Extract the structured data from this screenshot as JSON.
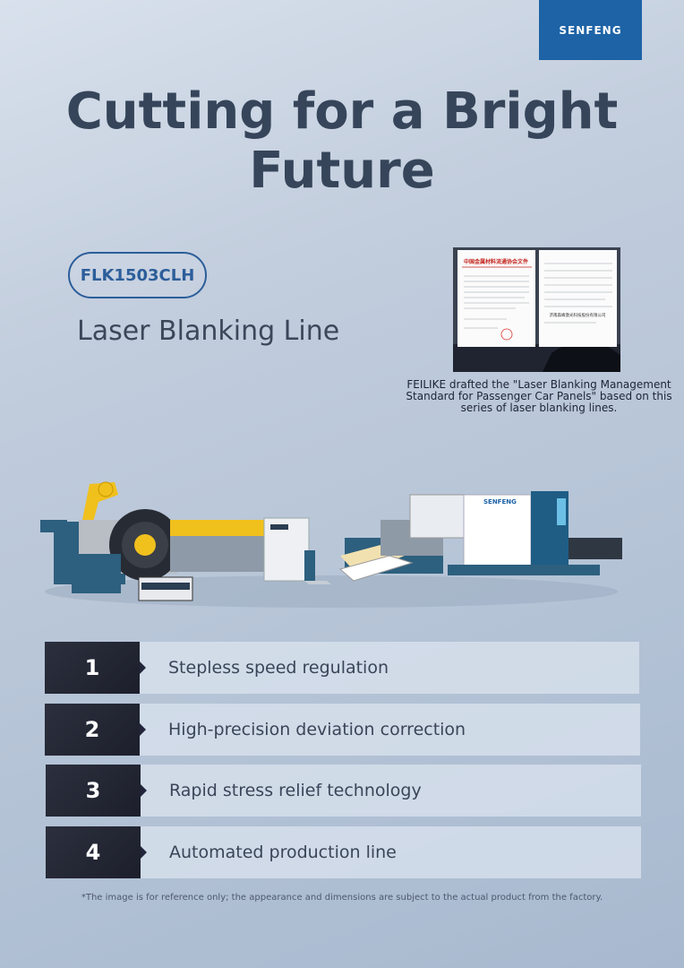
{
  "brand": "SENFENG",
  "headline": "Cutting for a Bright Future",
  "model": "FLK1503CLH",
  "product_name": "Laser Blanking Line",
  "certificate": {
    "left_header": "中国金属材料流通协会文件",
    "right_company": "济南森峰激光科技股份有限公司",
    "caption": "FEILIKE drafted the \"Laser Blanking Management Standard for Passenger Car Panels\" based on this series of laser blanking lines."
  },
  "machine_label": "SENFENG",
  "features": [
    {
      "num": "1",
      "text": "Stepless speed regulation"
    },
    {
      "num": "2",
      "text": "High-precision deviation correction"
    },
    {
      "num": "3",
      "text": "Rapid stress relief technology"
    },
    {
      "num": "4",
      "text": "Automated production line"
    }
  ],
  "disclaimer": "*The image is for reference only; the appearance and dimensions are subject to the actual product from the factory.",
  "colors": {
    "brand_blue": "#1d63a6",
    "dark_num": "#22253b",
    "heading": "#36455a"
  }
}
